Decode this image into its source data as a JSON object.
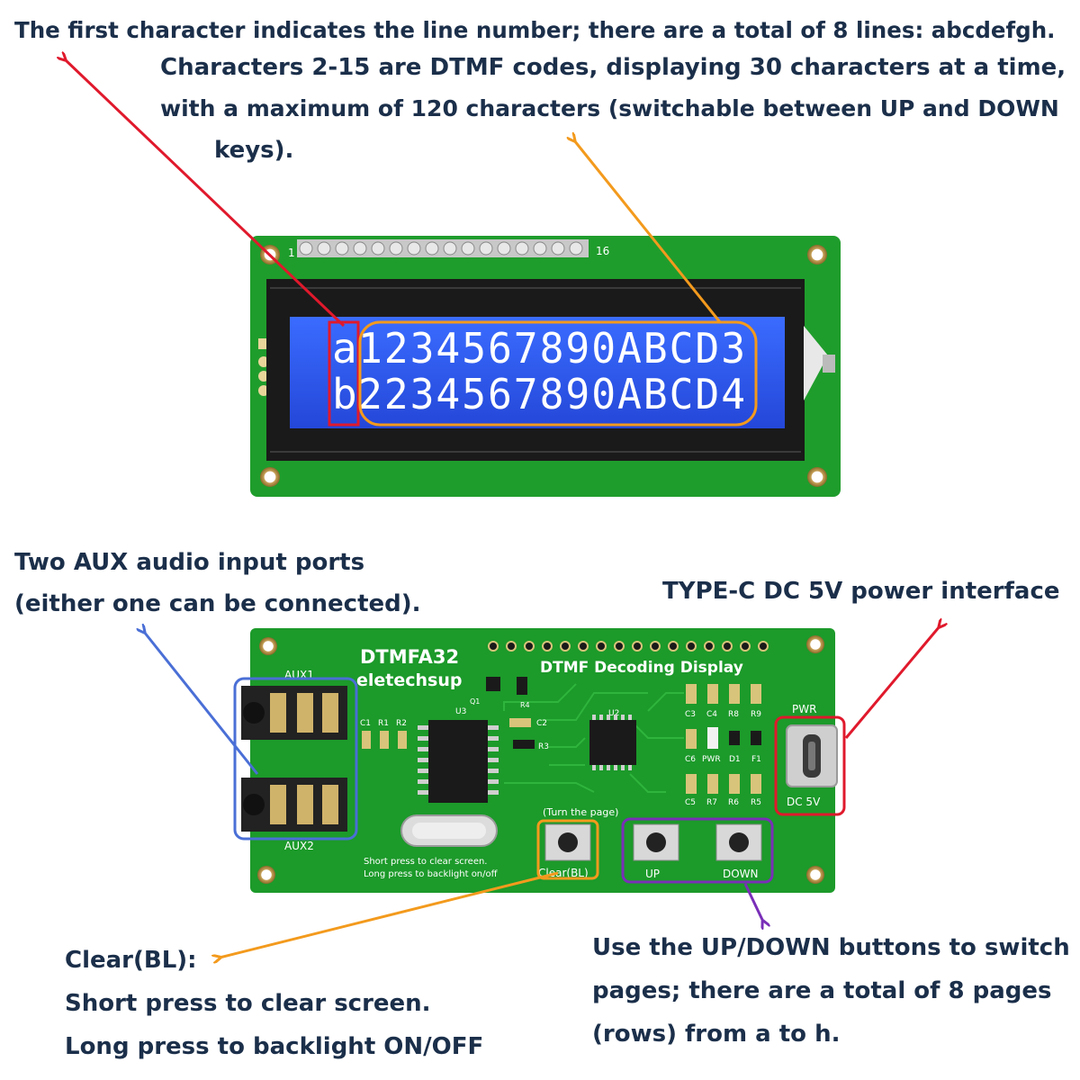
{
  "annotations": {
    "line_number": "The first character indicates the line number; there are a total of 8 lines: abcdefgh.",
    "dtmf_codes": [
      "Characters 2-15 are DTMF codes, displaying 30 characters at a time,",
      "with a maximum of 120 characters (switchable between UP and DOWN",
      "keys)."
    ],
    "aux_ports": [
      "Two AUX audio input ports",
      "(either one can be connected)."
    ],
    "type_c": "TYPE-C DC 5V power interface",
    "clear_bl": [
      "Clear(BL):",
      "Short press to clear screen.",
      "Long press to backlight ON/OFF"
    ],
    "up_down": [
      "Use the UP/DOWN buttons to switch",
      "pages; there are a total of 8 pages",
      "(rows) from a to h."
    ]
  },
  "lcd": {
    "pin_first": "1",
    "pin_last": "16",
    "row1_prefix": "a",
    "row1_code": "1234567890ABCD3",
    "row2_prefix": "b",
    "row2_code": "2234567890ABCD4"
  },
  "board": {
    "model": "DTMFA32",
    "brand": "eletechsup",
    "title": "DTMF  Decoding Display",
    "aux1": "AUX1",
    "aux2": "AUX2",
    "u3": "U3",
    "u2": "U2",
    "q1": "Q1",
    "r4": "R4",
    "c1": "C1",
    "r1": "R1",
    "r2": "R2",
    "c2": "C2",
    "r3": "R3",
    "c3": "C3",
    "c4": "C4",
    "r8": "R8",
    "r9": "R9",
    "c6": "C6",
    "pwr_led": "PWR",
    "d1": "D1",
    "f1": "F1",
    "c5": "C5",
    "r7": "R7",
    "r6": "R6",
    "r5": "R5",
    "pwr": "PWR",
    "dc5v": "DC  5V",
    "turn_page": "(Turn  the  page)",
    "short_press": "Short press to clear screen.",
    "long_press": "Long press to backlight on/off",
    "clear_label": "Clear(BL)",
    "up": "UP",
    "down": "DOWN"
  },
  "colors": {
    "annotation_text": "#1b2f4a",
    "arrow_red": "#e0192c",
    "arrow_orange": "#f39a1d",
    "arrow_blue": "#4a6fd6",
    "arrow_purple": "#7a2fb8",
    "pcb_green": "#1c9a2a",
    "lcd_blue": "#2d5bf0"
  }
}
